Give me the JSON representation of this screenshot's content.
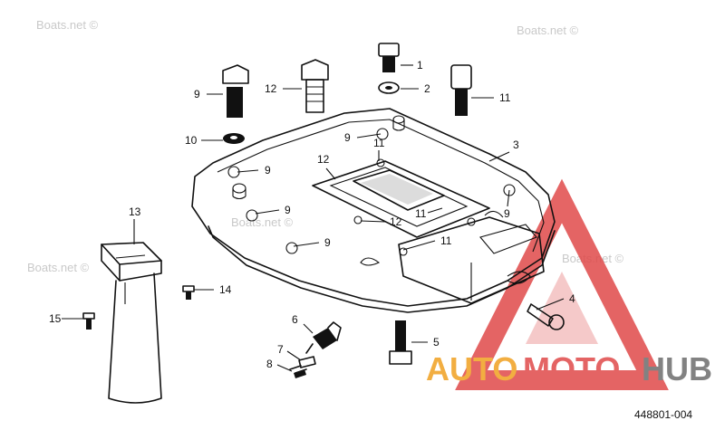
{
  "watermark": "Boats.net ©",
  "figure_code": "448801-004",
  "callouts": {
    "c1": "1",
    "c2": "2",
    "c3": "3",
    "c4": "4",
    "c5": "5",
    "c6": "6",
    "c7": "7",
    "c8": "8",
    "c9a": "9",
    "c9b": "9",
    "c9c": "9",
    "c9d": "9",
    "c9e": "9",
    "c9f": "9",
    "c10": "10",
    "c11a": "11",
    "c11b": "11",
    "c11c": "11",
    "c11d": "11",
    "c12a": "12",
    "c12b": "12",
    "c12c": "12",
    "c13": "13",
    "c14": "14",
    "c15": "15"
  },
  "logo": {
    "word_a": "AUTO",
    "word_b": "MOTO",
    "word_c": "HUB"
  },
  "colors": {
    "logo_red": "#e04a4a",
    "logo_orange": "#f0a020",
    "logo_gray": "#6d6d6d"
  }
}
